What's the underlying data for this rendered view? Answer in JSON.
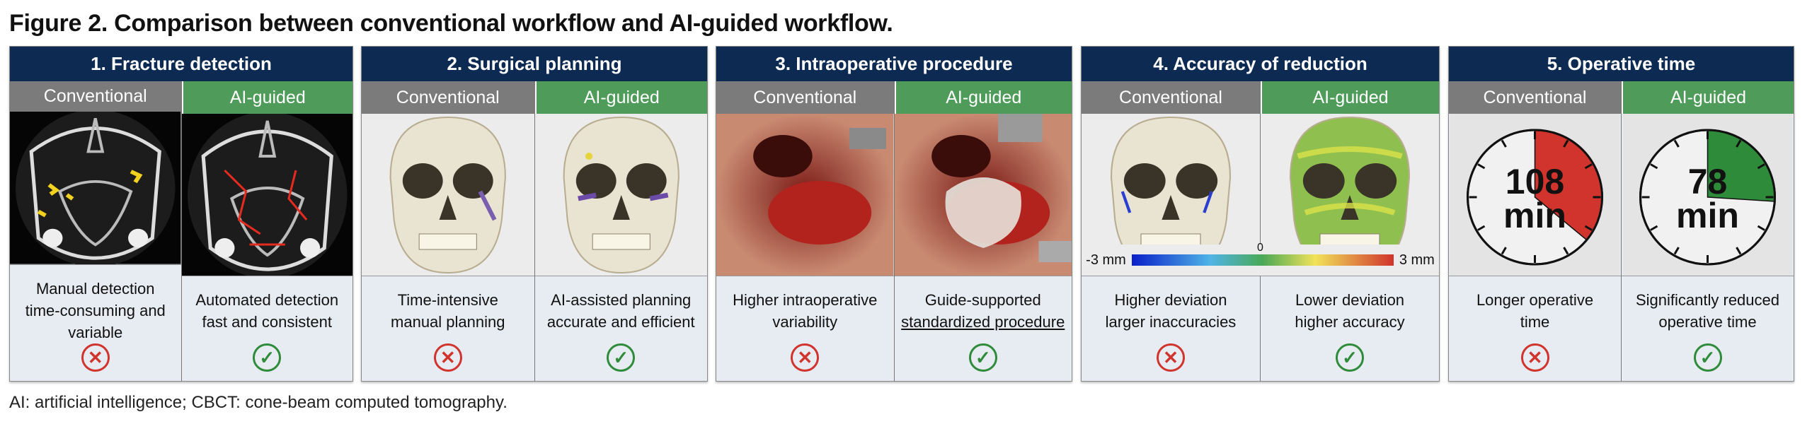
{
  "title": "Figure 2. Comparison between conventional workflow and AI-guided workflow.",
  "footnote": "AI: artificial intelligence; CBCT: cone-beam computed tomography.",
  "labels": {
    "conventional": "Conventional",
    "ai": "AI-guided"
  },
  "panels": [
    {
      "title": "1. Fracture detection",
      "conv_text": [
        "Manual detection",
        "time-consuming and",
        "variable"
      ],
      "ai_text": [
        "Automated detection",
        "fast and consistent"
      ]
    },
    {
      "title": "2. Surgical planning",
      "conv_text": [
        "Time-intensive",
        "manual planning"
      ],
      "ai_text": [
        "AI-assisted planning",
        "accurate and efficient"
      ]
    },
    {
      "title": "3. Intraoperative procedure",
      "conv_text": [
        "Higher intraoperative",
        "variability"
      ],
      "ai_text": [
        "Guide-supported",
        "standardized procedure"
      ]
    },
    {
      "title": "4. Accuracy of reduction",
      "conv_text": [
        "Higher deviation",
        "larger inaccuracies"
      ],
      "ai_text": [
        "Lower deviation",
        "higher accuracy"
      ],
      "colorbar": {
        "min": "-3 mm",
        "max": "3 mm",
        "zero": "0"
      }
    },
    {
      "title": "5. Operative time",
      "conv_text": [
        "Longer operative",
        "time"
      ],
      "ai_text": [
        "Significantly reduced",
        "operative time"
      ],
      "conv_time": {
        "value": "108",
        "unit": "min",
        "minutes": 108
      },
      "ai_time": {
        "value": "78",
        "unit": "min",
        "minutes": 78
      }
    }
  ],
  "marks": {
    "conv": "✕",
    "ai": "✓"
  },
  "colors": {
    "navy": "#0d2a52",
    "conv": "#7b7b7b",
    "ai": "#4f9c5a",
    "bad": "#d0342c",
    "good": "#2e8b3a"
  }
}
